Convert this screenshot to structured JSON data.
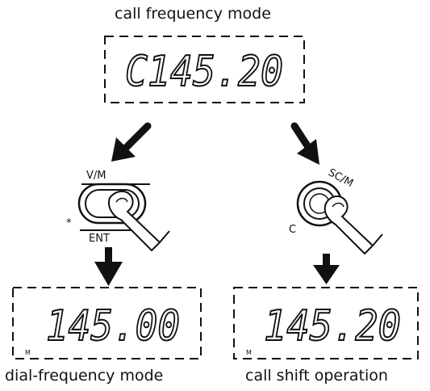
{
  "captions": {
    "top": "call frequency mode",
    "bottom_left": "dial-frequency mode",
    "bottom_right": "call shift operation"
  },
  "displays": {
    "top": "C145.20",
    "left": "145.00",
    "right": "145.20",
    "left_indicator": "M",
    "right_indicator": "M"
  },
  "buttons": {
    "vm_label": "V/M",
    "ent_label": "ENT",
    "asterisk": "*",
    "scm_label": "SC/M",
    "c_label": "C"
  },
  "colors": {
    "ink": "#111111",
    "paper": "#ffffff"
  }
}
